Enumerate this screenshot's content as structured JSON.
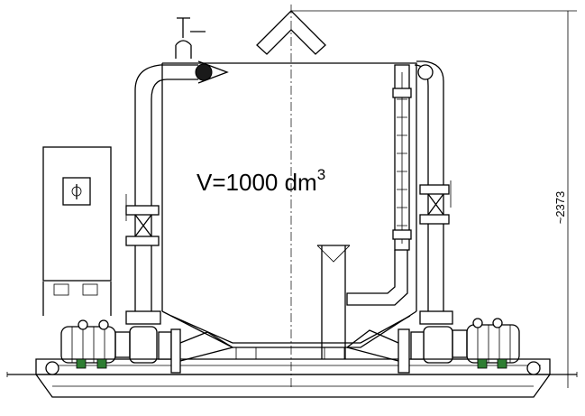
{
  "drawing": {
    "volume_label": "V=1000 dm",
    "volume_exponent": "3",
    "height_dimension": "~2373"
  }
}
